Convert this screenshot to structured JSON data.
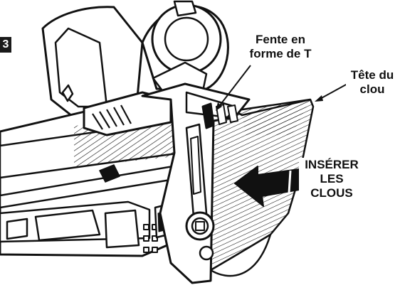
{
  "figure": {
    "number": "3"
  },
  "labels": {
    "t_slot": [
      "Fente en",
      "forme de T"
    ],
    "nail_head": [
      "Tête du",
      "clou"
    ],
    "insert_nails": [
      "INSÉRER",
      "LES",
      "CLOUS"
    ]
  },
  "colors": {
    "ink": "#111111",
    "paper": "#ffffff",
    "badge": "#1a1a1a"
  }
}
